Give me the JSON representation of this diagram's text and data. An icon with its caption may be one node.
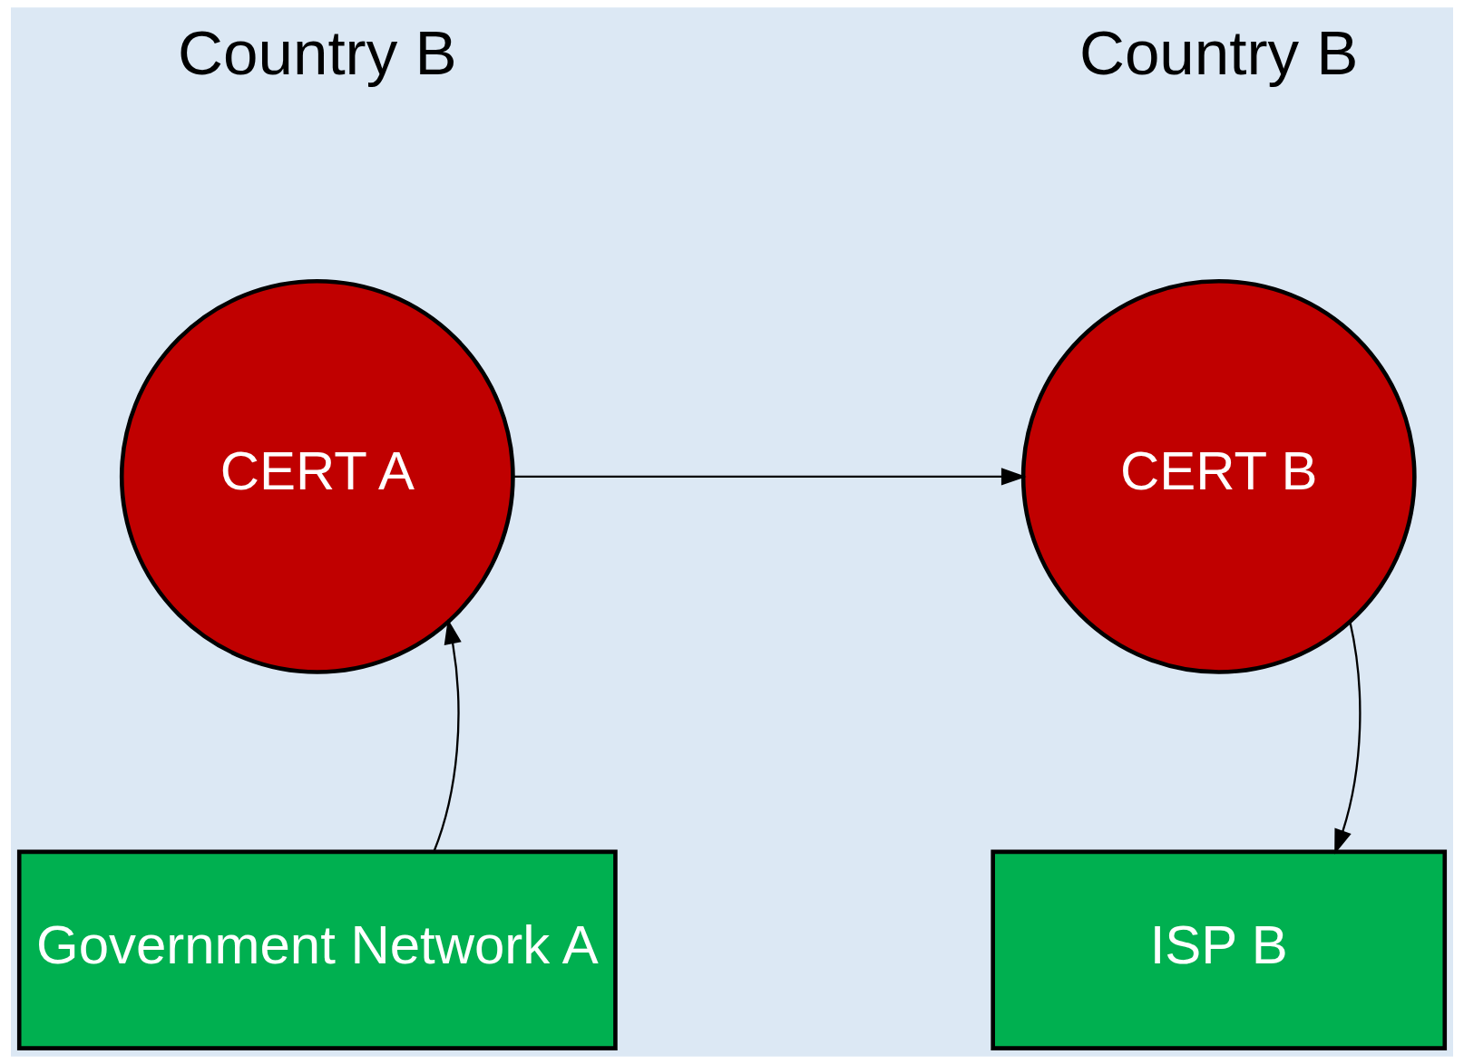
{
  "diagram": {
    "nodes": [
      {
        "text": [
          "CERT A"
        ]
      },
      {
        "text": [
          "CERT B"
        ]
      },
      {
        "text": [
          "Government Network A"
        ]
      },
      {
        "text": [
          "ISP B"
        ]
      }
    ],
    "edges": [
      {
        "from": 2,
        "to": 0,
        "arrow": "to"
      },
      {
        "from": 0,
        "to": 1,
        "arrow": "to"
      },
      {
        "from": 1,
        "to": 3,
        "arrow": "to"
      }
    ],
    "labels": [
      "Country B",
      "Country B"
    ]
  }
}
